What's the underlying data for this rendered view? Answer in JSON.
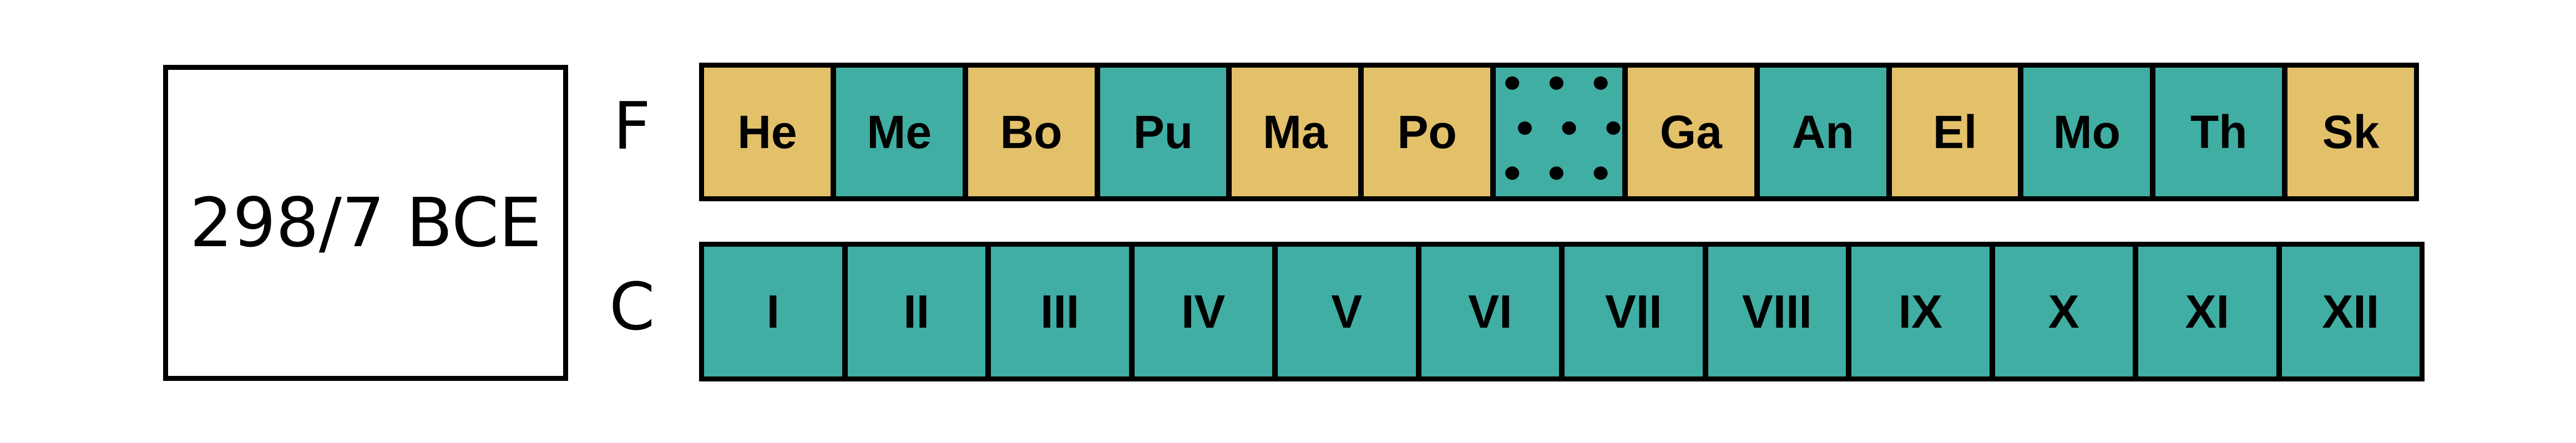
{
  "year": "298/7 BCE",
  "festivals": {
    "label": "F",
    "cells": [
      {
        "text": "He",
        "color": "gold"
      },
      {
        "text": "Me",
        "color": "teal"
      },
      {
        "text": "Bo",
        "color": "gold"
      },
      {
        "text": "Pu",
        "color": "teal"
      },
      {
        "text": "Ma",
        "color": "gold"
      },
      {
        "text": "Po",
        "color": "gold"
      },
      {
        "text": "",
        "color": "teal",
        "pattern": "dotted"
      },
      {
        "text": "Ga",
        "color": "gold"
      },
      {
        "text": "An",
        "color": "teal"
      },
      {
        "text": "El",
        "color": "gold"
      },
      {
        "text": "Mo",
        "color": "teal"
      },
      {
        "text": "Th",
        "color": "teal"
      },
      {
        "text": "Sk",
        "color": "gold"
      }
    ]
  },
  "conciliar": {
    "label": "C",
    "cells": [
      {
        "text": "I",
        "color": "teal"
      },
      {
        "text": "II",
        "color": "teal"
      },
      {
        "text": "III",
        "color": "teal"
      },
      {
        "text": "IV",
        "color": "teal"
      },
      {
        "text": "V",
        "color": "teal"
      },
      {
        "text": "VI",
        "color": "teal"
      },
      {
        "text": "VII",
        "color": "teal"
      },
      {
        "text": "VIII",
        "color": "teal"
      },
      {
        "text": "IX",
        "color": "teal"
      },
      {
        "text": "X",
        "color": "teal"
      },
      {
        "text": "XI",
        "color": "teal"
      },
      {
        "text": "XII",
        "color": "teal"
      }
    ]
  },
  "colors": {
    "gold": "#e3c06a",
    "teal": "#40aea3",
    "border": "#000000"
  }
}
